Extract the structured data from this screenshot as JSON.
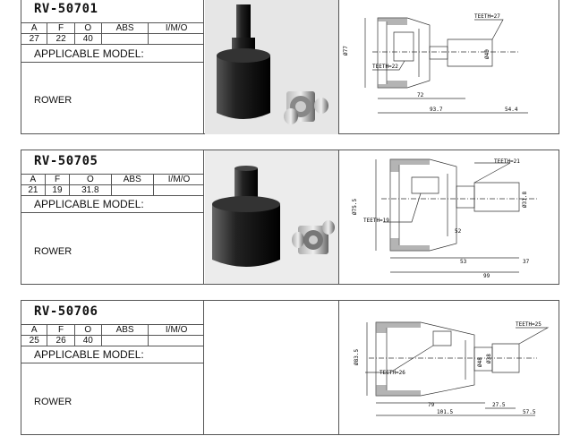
{
  "cards": [
    {
      "code": "RV-50701",
      "spec_headers": [
        "A",
        "F",
        "O",
        "ABS",
        "I/M/O"
      ],
      "spec_values": [
        "27",
        "22",
        "40",
        "",
        ""
      ],
      "applicable_label": "APPLICABLE MODEL:",
      "model": "ROWER",
      "drawing": {
        "teeth_out": "TEETH=27",
        "teeth_in": "TEETH=22",
        "dia_left": "Ø77",
        "dia_right": "Ø40",
        "dim_inner": "72",
        "dim_total": "93.7",
        "dim_shaft": "54.4"
      }
    },
    {
      "code": "RV-50705",
      "spec_headers": [
        "A",
        "F",
        "O",
        "ABS",
        "I/M/O"
      ],
      "spec_values": [
        "21",
        "19",
        "31.8",
        "",
        ""
      ],
      "applicable_label": "APPLICABLE MODEL:",
      "model": "ROWER",
      "drawing": {
        "teeth_out": "TEETH=21",
        "teeth_in": "TEETH=19",
        "dia_left": "Ø75.5",
        "dia_right": "Ø31.8",
        "dim_inner": "52",
        "dim_mid": "53",
        "dim_shaft": "37",
        "dim_total": "99"
      }
    },
    {
      "code": "RV-50706",
      "spec_headers": [
        "A",
        "F",
        "O",
        "ABS",
        "I/M/O"
      ],
      "spec_values": [
        "25",
        "26",
        "40",
        "",
        ""
      ],
      "applicable_label": "APPLICABLE MODEL:",
      "model": "ROWER",
      "drawing": {
        "teeth_out": "TEETH=25",
        "teeth_in": "TEETH=26",
        "dia_left": "Ø83.5",
        "dia_mid": "Ø48",
        "dia_right": "Ø38",
        "dim_inner": "79",
        "dim_shaft_a": "27.5",
        "dim_total": "101.5",
        "dim_shaft": "57.5"
      }
    }
  ]
}
